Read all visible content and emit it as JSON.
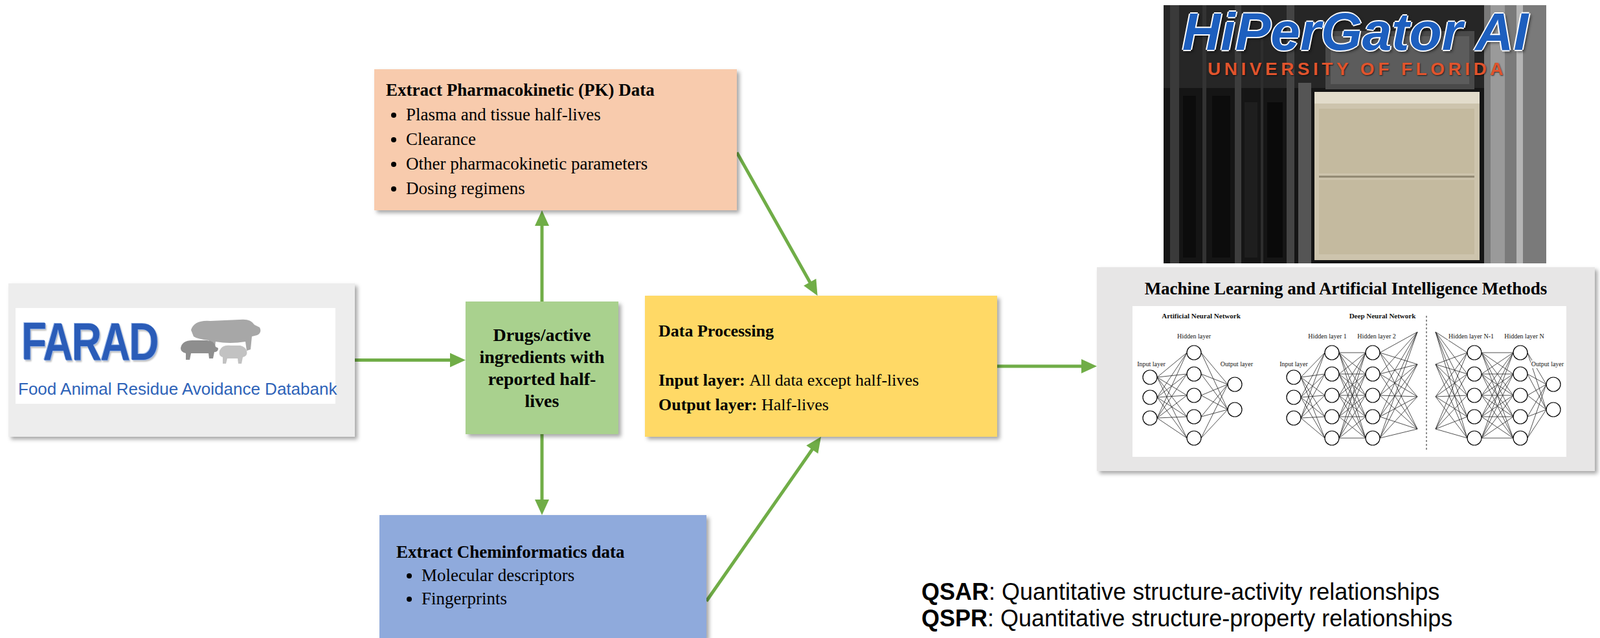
{
  "diagram": {
    "nodes": [
      {
        "text": [
          "FARAD",
          "Food Animal Residue Avoidance Databank"
        ]
      },
      {
        "text": [
          "Extract Pharmacokinetic (PK) Data",
          "Plasma and tissue half-lives",
          "Clearance",
          "Other pharmacokinetic parameters",
          "Dosing regimens"
        ]
      },
      {
        "text": [
          "Drugs/active ingredients with reported half-lives"
        ]
      },
      {
        "text": [
          "Data Processing",
          "Input layer:",
          "All data except half-lives",
          "Output layer:",
          "Half-lives"
        ]
      },
      {
        "text": [
          "Extract Cheminformatics data",
          "Molecular descriptors",
          "Fingerprints"
        ]
      },
      {
        "text": [
          "Machine Learning and Artificial Intelligence Methods"
        ]
      }
    ],
    "edges": [
      {
        "from": 0,
        "to": 2,
        "arrow": "to"
      },
      {
        "from": 2,
        "to": 1,
        "arrow": "to"
      },
      {
        "from": 2,
        "to": 4,
        "arrow": "to"
      },
      {
        "from": 1,
        "to": 3,
        "arrow": "to"
      },
      {
        "from": 4,
        "to": 3,
        "arrow": "to"
      },
      {
        "from": 3,
        "to": 5,
        "arrow": "to"
      }
    ],
    "labels": [
      "HiPerGator AI",
      "UNIVERSITY OF FLORIDA",
      "Artificial Neural Network",
      "Deep Neural Network",
      "Hidden layer",
      "Input layer",
      "Output layer",
      "Hidden layer 1",
      "Hidden layer 2",
      "Input layer",
      "Hidden layer N-1",
      "Hidden layer N",
      "Output layer",
      "QSAR",
      ": Quantitative structure-activity relationships",
      "QSPR",
      ": Quantitative structure-property relationships"
    ]
  }
}
